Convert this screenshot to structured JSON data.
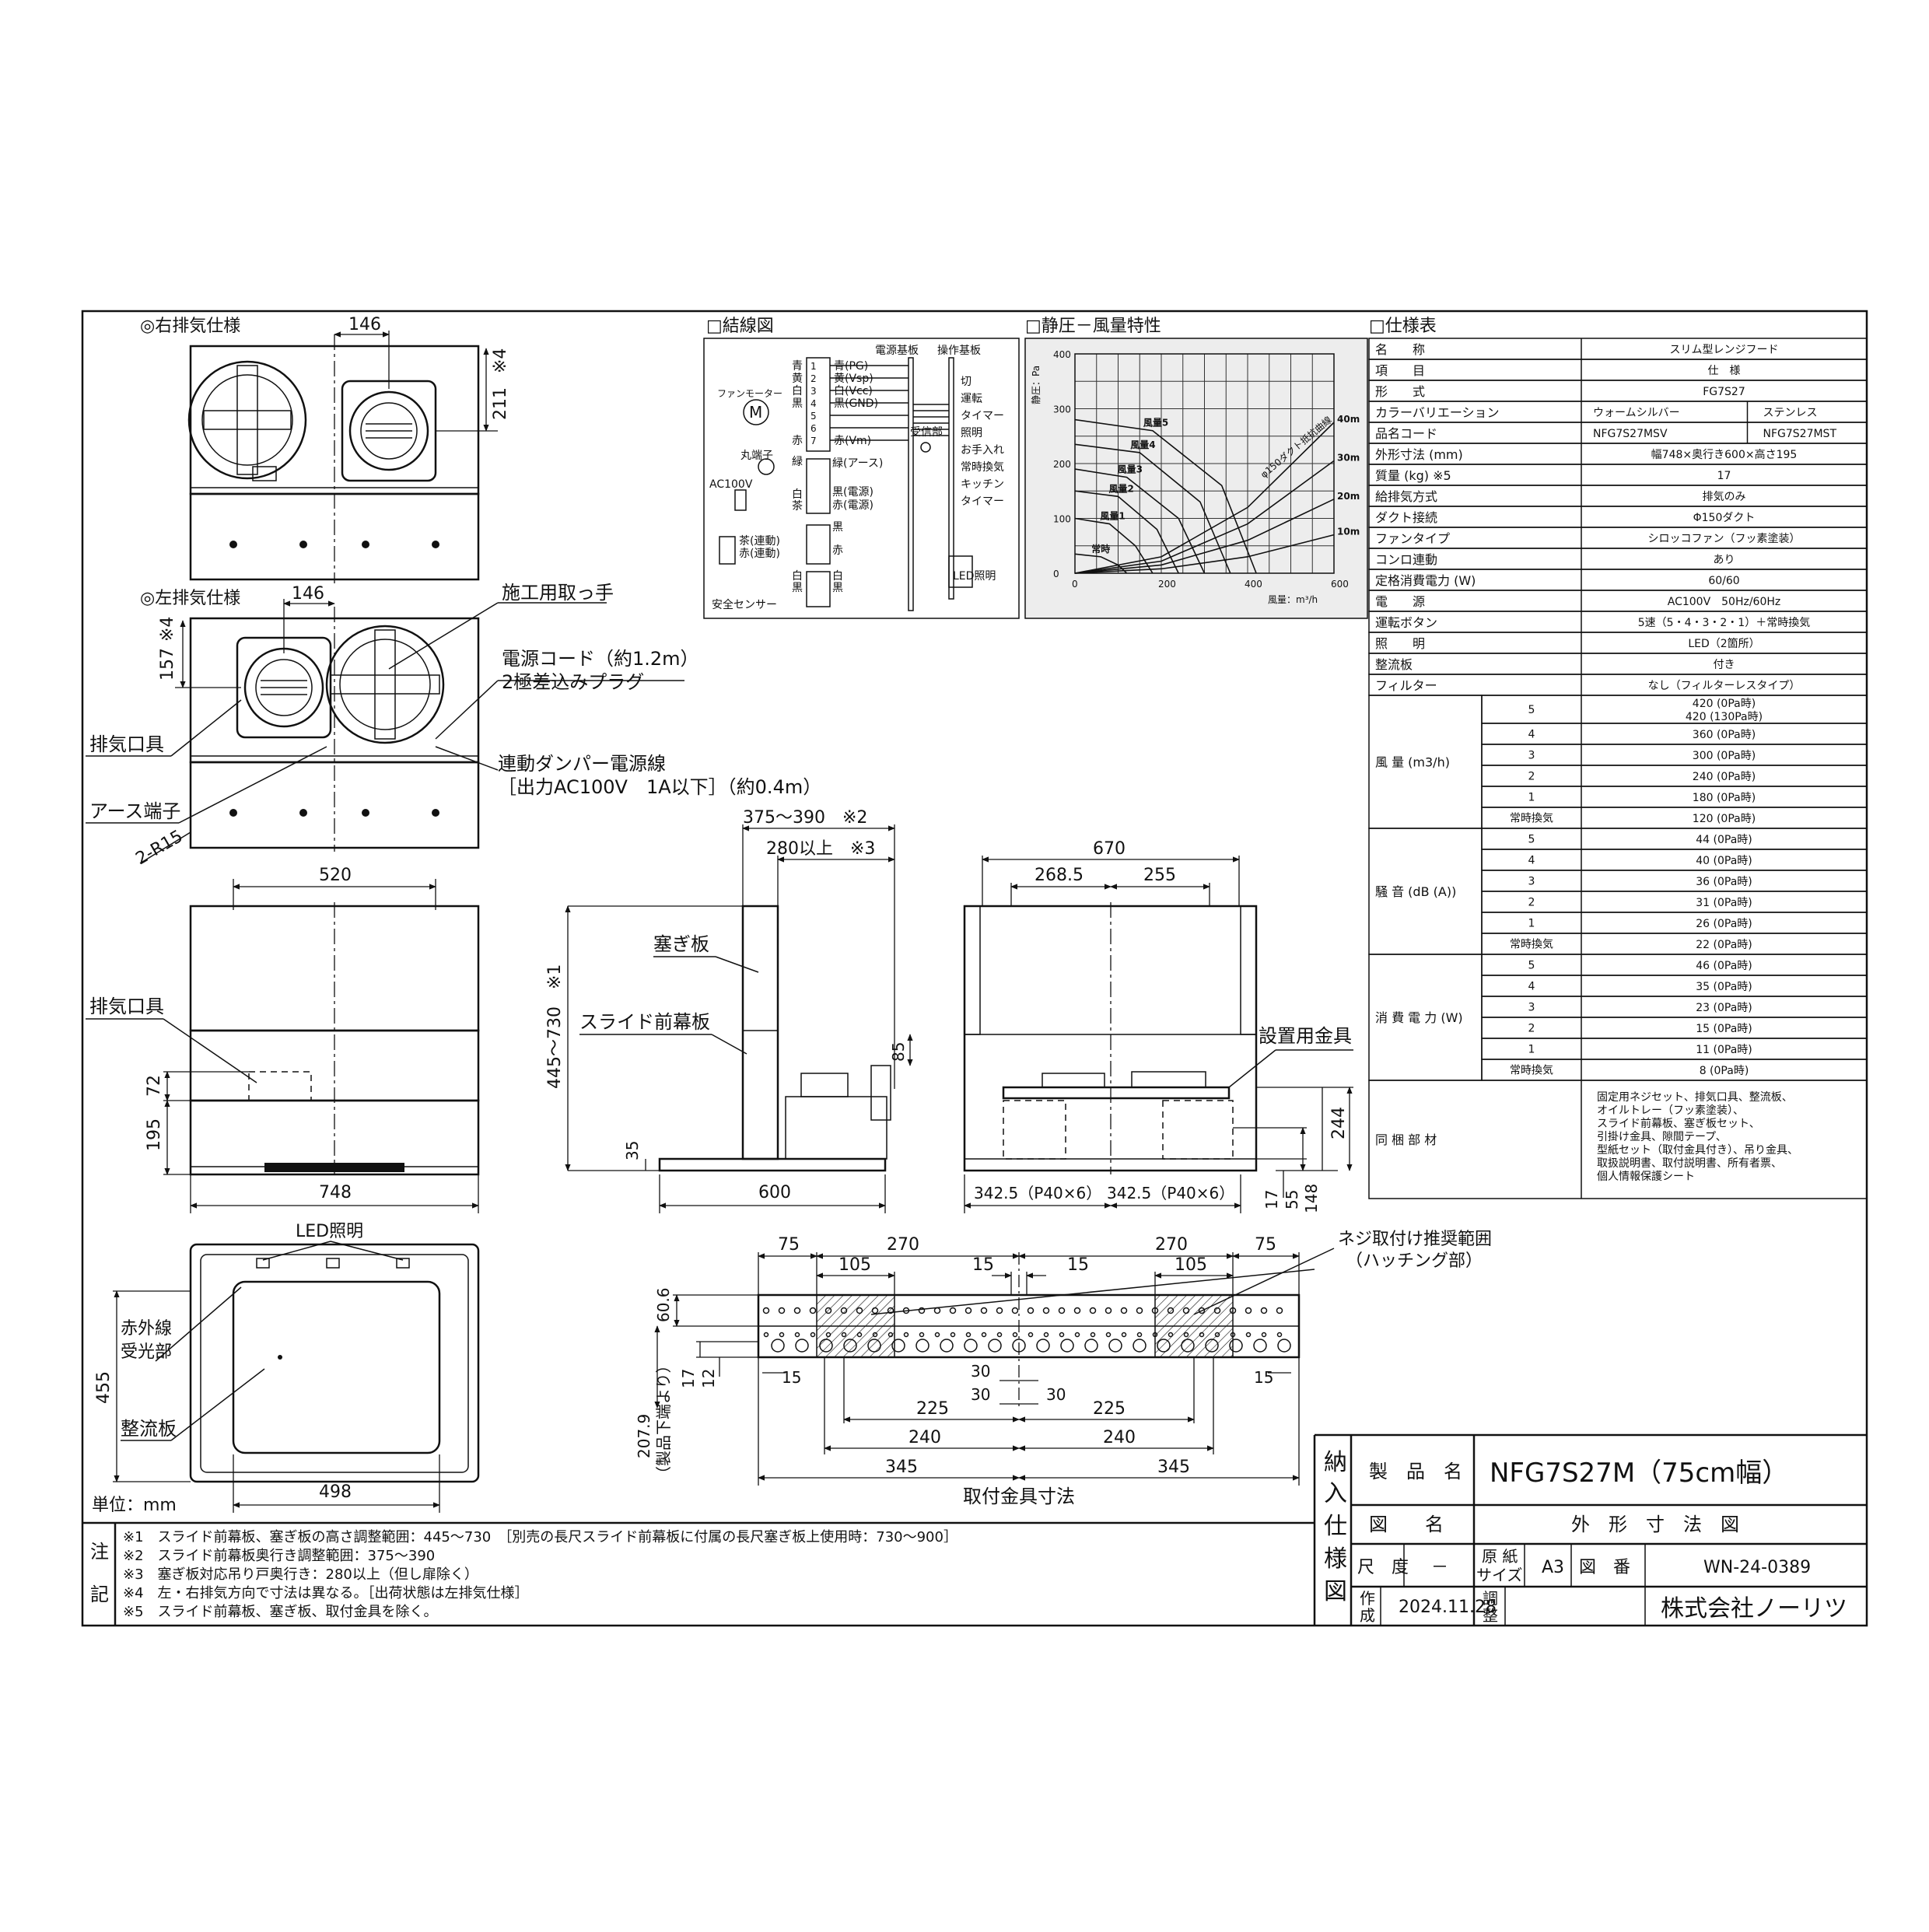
{
  "views": {
    "right_exhaust": {
      "title": "◎右排気仕様",
      "dim_146": "146",
      "dim_211": "211",
      "note4": "※4"
    },
    "left_exhaust": {
      "title": "◎左排気仕様",
      "dim_146": "146",
      "dim_157": "157",
      "note4": "※4",
      "r15": "2-R15"
    },
    "labels": {
      "handle": "施工用取っ手",
      "cord": "電源コード（約1.2m）",
      "plug": "2極差込みプラグ",
      "exhaust_port": "排気口具",
      "damper_line1": "連動ダンパー電源線",
      "damper_line2": "［出力AC100V　1A以下］（約0.4m）",
      "earth": "アース端子"
    },
    "front": {
      "d520": "520",
      "d748": "748",
      "d72": "72",
      "d195": "195",
      "exhaust": "排気口具"
    },
    "side": {
      "d375": "375～390　※2",
      "d280": "280以上　※3",
      "d445": "445～730　※1",
      "d85": "85",
      "d35": "35",
      "d600": "600",
      "fusagi": "塞ぎ板",
      "slide": "スライド前幕板"
    },
    "rear": {
      "d670": "670",
      "d268": "268.5",
      "d255": "255",
      "d342a": "342.5（P40×6）",
      "d342b": "342.5（P40×6）",
      "d244": "244",
      "d17": "17",
      "d55": "55",
      "d148": "148",
      "bracket": "設置用金具"
    },
    "bottom": {
      "led": "LED照明",
      "ir1": "赤外線",
      "ir2": "受光部",
      "plate": "整流板",
      "d455": "455",
      "d498": "498",
      "unit": "単位：mm"
    },
    "bracket_view": {
      "d75a": "75",
      "d270a": "270",
      "d270b": "270",
      "d75b": "75",
      "d105a": "105",
      "d15a": "15",
      "d15b": "15",
      "d105b": "105",
      "d606": "60.6",
      "d17": "17",
      "d12": "12",
      "d15c": "15",
      "d15d": "15",
      "d30a": "30",
      "d30b": "30",
      "d30c": "30",
      "d225a": "225",
      "d225b": "225",
      "d240a": "240",
      "d240b": "240",
      "d345a": "345",
      "d345b": "345",
      "d2079": "207.9",
      "d2079sub": "（製品下端より）",
      "caption": "取付金具寸法",
      "hatch1": "ネジ取付け推奨範囲",
      "hatch2": "（ハッチング部）"
    }
  },
  "wiring": {
    "title": "□結線図",
    "board1": "電源基板",
    "board2": "操作基板",
    "motor": "ファンモーター",
    "motor_m": "M",
    "wires": [
      "青",
      "黄",
      "白",
      "黒",
      "",
      "",
      "赤"
    ],
    "pins": [
      "1",
      "2",
      "3",
      "4",
      "5",
      "6",
      "7"
    ],
    "wire_labels": [
      "青(PG)",
      "黄(Vsp)",
      "白(Vcc)",
      "黒(GND)",
      "",
      "",
      "赤(Vm)"
    ],
    "ground": "丸端子",
    "ground_wire": "緑",
    "ground_label": "緑(アース)",
    "ac": "AC100V",
    "ac_wires": [
      "白",
      "茶"
    ],
    "power_labels": [
      "黒(電源)",
      "赤(電源)"
    ],
    "link_labels": [
      "茶(連動)",
      "赤(連動)"
    ],
    "black": "黒",
    "red": "赤",
    "white": "白",
    "sensor": "安全センサー",
    "receiver": "受信部",
    "led": "LED照明",
    "ops": [
      "切",
      "運転",
      "タイマー",
      "照明",
      "お手入れ",
      "常時換気",
      "キッチン",
      "タイマー"
    ]
  },
  "pq": {
    "title": "□静圧－風量特性",
    "ylabel": "静圧：Pa",
    "xlabel": "風量：m³/h",
    "yticks": [
      "0",
      "100",
      "200",
      "300",
      "400"
    ],
    "xticks": [
      "0",
      "200",
      "400",
      "600"
    ],
    "curves": [
      "常時",
      "風量1",
      "風量2",
      "風量3",
      "風量4",
      "風量5"
    ],
    "duct_lengths": [
      "10m",
      "20m",
      "30m",
      "40m"
    ],
    "duct": "φ150ダクト抵抗曲線"
  },
  "chart_data": {
    "type": "line",
    "title": "静圧－風量特性",
    "xlabel": "風量：m³/h",
    "ylabel": "静圧：Pa",
    "xlim": [
      0,
      600
    ],
    "ylim": [
      0,
      400
    ],
    "grid": true,
    "series": [
      {
        "name": "常時",
        "x": [
          0,
          60,
          100,
          120
        ],
        "y": [
          35,
          30,
          15,
          0
        ]
      },
      {
        "name": "風量1",
        "x": [
          0,
          80,
          140,
          180
        ],
        "y": [
          100,
          90,
          50,
          0
        ]
      },
      {
        "name": "風量2",
        "x": [
          0,
          100,
          190,
          240
        ],
        "y": [
          150,
          140,
          80,
          0
        ]
      },
      {
        "name": "風量3",
        "x": [
          0,
          120,
          240,
          300
        ],
        "y": [
          190,
          175,
          100,
          0
        ]
      },
      {
        "name": "風量4",
        "x": [
          0,
          150,
          290,
          360
        ],
        "y": [
          235,
          220,
          130,
          0
        ]
      },
      {
        "name": "風量5",
        "x": [
          0,
          180,
          340,
          420
        ],
        "y": [
          280,
          260,
          160,
          0
        ]
      },
      {
        "name": "10m",
        "x": [
          0,
          200,
          400,
          600
        ],
        "y": [
          0,
          8,
          30,
          70
        ]
      },
      {
        "name": "20m",
        "x": [
          0,
          200,
          400,
          600
        ],
        "y": [
          0,
          15,
          60,
          135
        ]
      },
      {
        "name": "30m",
        "x": [
          0,
          200,
          400,
          600
        ],
        "y": [
          0,
          22,
          90,
          205
        ]
      },
      {
        "name": "40m",
        "x": [
          0,
          200,
          400,
          600
        ],
        "y": [
          0,
          30,
          120,
          275
        ]
      }
    ]
  },
  "spec": {
    "title": "□仕様表",
    "rows": [
      [
        "名　　称",
        "スリム型レンジフード"
      ],
      [
        "項　　目",
        "仕　様"
      ],
      [
        "形　　式",
        "FG7S27"
      ],
      [
        "カラーバリエーション",
        "ウォームシルバー|ステンレス"
      ],
      [
        "品名コード",
        "NFG7S27MSV|NFG7S27MST"
      ],
      [
        "外形寸法 (mm)",
        "幅748×奥行き600×高さ195"
      ],
      [
        "質量 (kg) ※5",
        "17"
      ],
      [
        "給排気方式",
        "排気のみ"
      ],
      [
        "ダクト接続",
        "Φ150ダクト"
      ],
      [
        "ファンタイプ",
        "シロッコファン（フッ素塗装）"
      ],
      [
        "コンロ連動",
        "あり"
      ],
      [
        "定格消費電力 (W)",
        "60/60"
      ],
      [
        "電　　源",
        "AC100V　50Hz/60Hz"
      ],
      [
        "運転ボタン",
        "5速（5・4・3・2・1）＋常時換気"
      ],
      [
        "照　　明",
        "LED（2箇所）"
      ],
      [
        "整流板",
        "付き"
      ],
      [
        "フィルター",
        "なし（フィルターレスタイプ）"
      ]
    ],
    "airflow_label": "風 量 (m3/h)",
    "airflow": [
      [
        "5",
        "420 (0Pa時)\n420 (130Pa時)"
      ],
      [
        "4",
        "360 (0Pa時)"
      ],
      [
        "3",
        "300 (0Pa時)"
      ],
      [
        "2",
        "240 (0Pa時)"
      ],
      [
        "1",
        "180 (0Pa時)"
      ],
      [
        "常時換気",
        "120 (0Pa時)"
      ]
    ],
    "noise_label": "騒 音 (dB (A))",
    "noise": [
      [
        "5",
        "44 (0Pa時)"
      ],
      [
        "4",
        "40 (0Pa時)"
      ],
      [
        "3",
        "36 (0Pa時)"
      ],
      [
        "2",
        "31 (0Pa時)"
      ],
      [
        "1",
        "26 (0Pa時)"
      ],
      [
        "常時換気",
        "22 (0Pa時)"
      ]
    ],
    "power_label": "消 費 電 力 (W)",
    "power": [
      [
        "5",
        "46 (0Pa時)"
      ],
      [
        "4",
        "35 (0Pa時)"
      ],
      [
        "3",
        "23 (0Pa時)"
      ],
      [
        "2",
        "15 (0Pa時)"
      ],
      [
        "1",
        "11 (0Pa時)"
      ],
      [
        "常時換気",
        "8 (0Pa時)"
      ]
    ],
    "accessory_label": "同 梱 部 材",
    "accessories": [
      "固定用ネジセット、排気口具、整流板、",
      "オイルトレー（フッ素塗装）、",
      "スライド前幕板、塞ぎ板セット、",
      "引掛け金具、隙間テープ、",
      "型紙セット（取付金具付き）、吊り金具、",
      "取扱説明書、取付説明書、所有者票、",
      "個人情報保護シート"
    ]
  },
  "notes": {
    "label": [
      "注",
      "記"
    ],
    "items": [
      "※1　スライド前幕板、塞ぎ板の高さ調整範囲：445～730　［別売の長尺スライド前幕板に付属の長尺塞ぎ板上使用時：730～900］",
      "※2　スライド前幕板奥行き調整範囲：375～390",
      "※3　塞ぎ板対応吊り戸奥行き：280以上（但し扉除く）",
      "※4　左・右排気方向で寸法は異なる。［出荷状態は左排気仕様］",
      "※5　スライド前幕板、塞ぎ板、取付金具を除く。"
    ]
  },
  "titleblock": {
    "side": [
      "納",
      "入",
      "仕",
      "様",
      "図"
    ],
    "product_label": "製　品　名",
    "product": "NFG7S27M（75cm幅）",
    "drawing_label": "図　　名",
    "drawing": "外　形　寸　法　図",
    "scale_label": "尺　度",
    "scale": "－",
    "paper_label1": "原 紙",
    "paper_label2": "サイズ",
    "paper": "A3",
    "number_label": "図　番",
    "number": "WN-24-0389",
    "made_label": [
      "作",
      "成"
    ],
    "date": "2024.11.28",
    "adjust_label": [
      "調",
      "整"
    ],
    "company": "株式会社ノーリツ"
  }
}
